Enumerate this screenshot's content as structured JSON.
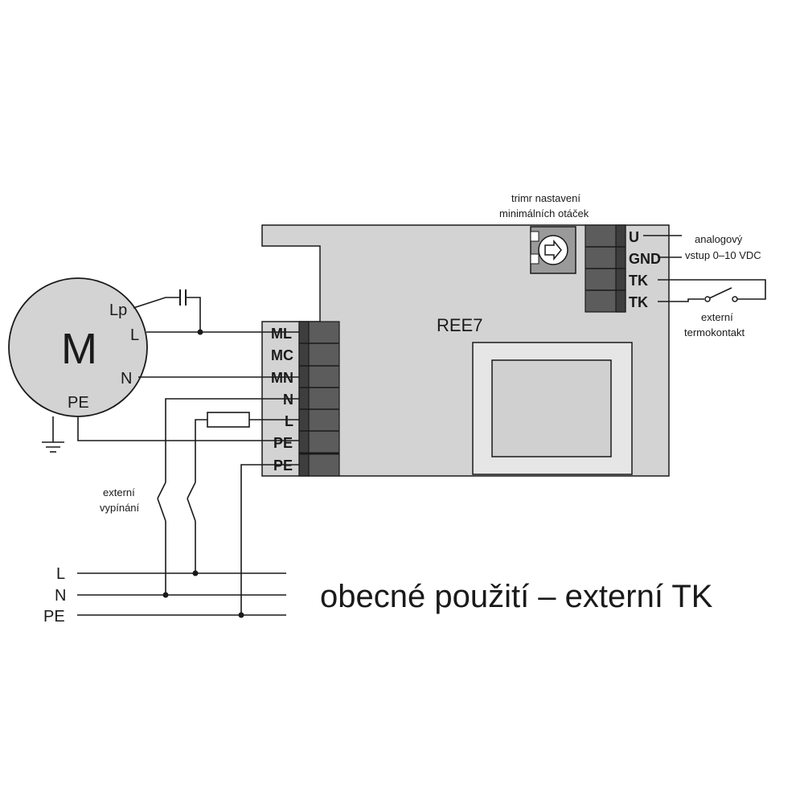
{
  "caption": "obecné použití – externí TK",
  "device": {
    "name": "REE7",
    "left_terminals": [
      "ML",
      "MC",
      "MN",
      "N",
      "L",
      "PE",
      "PE"
    ],
    "right_terminals": [
      "U",
      "GND",
      "TK",
      "TK"
    ]
  },
  "motor": {
    "symbol": "M",
    "terminals": {
      "lp": "Lp",
      "l": "L",
      "n": "N",
      "pe": "PE"
    }
  },
  "annotations": {
    "trimmer": [
      "trimr nastavení",
      "minimálních otáček"
    ],
    "analog_input": [
      "analogový",
      "vstup 0–10 VDC"
    ],
    "thermocontact": [
      "externí",
      "termokontakt"
    ],
    "switch": [
      "externí",
      "vypínání"
    ]
  },
  "mains": [
    "L",
    "N",
    "PE"
  ]
}
